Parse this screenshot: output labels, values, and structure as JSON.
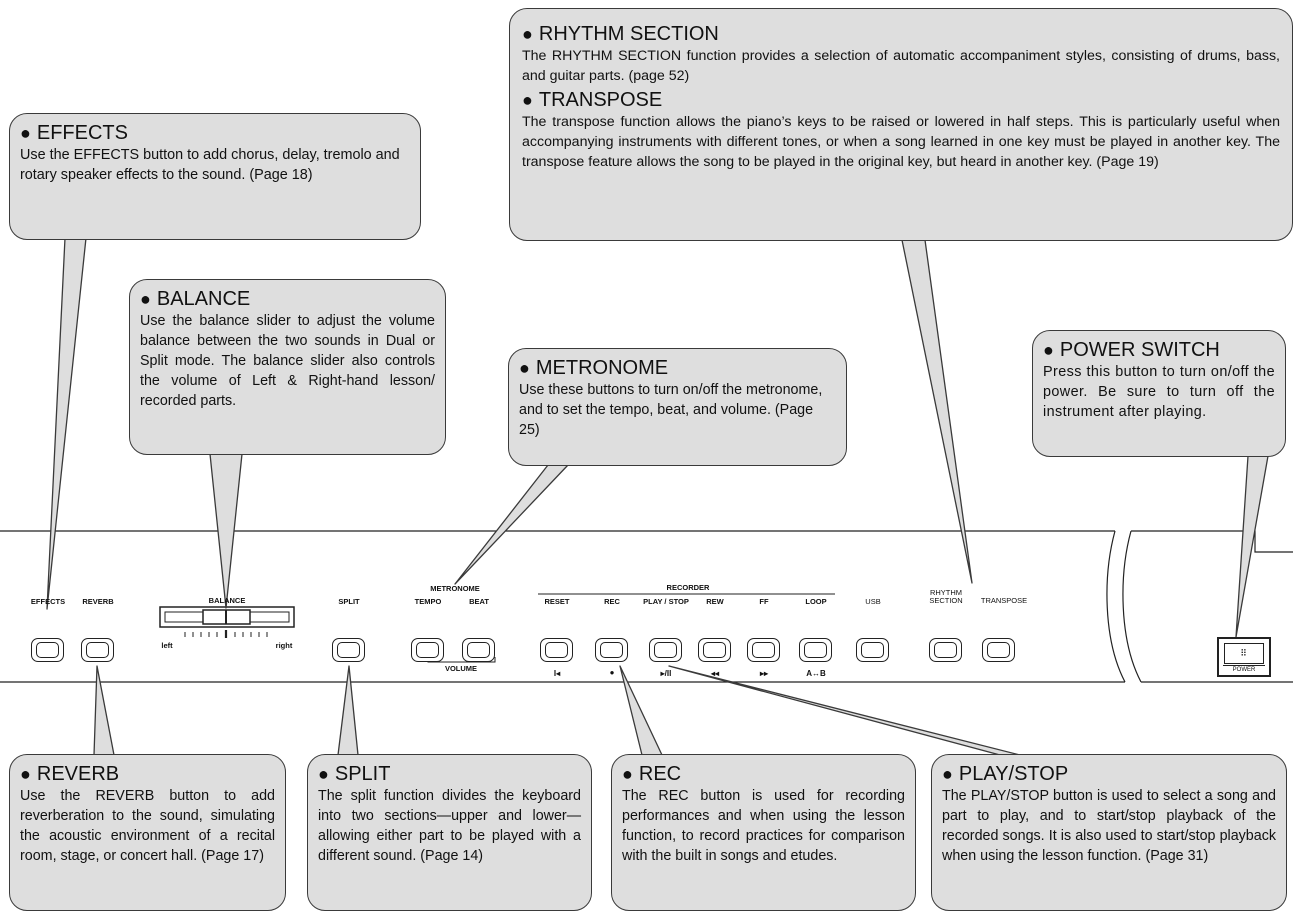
{
  "callouts": {
    "rhythm": {
      "title": "RHYTHM SECTION",
      "body": "The RHYTHM SECTION function provides a selection of automatic accompaniment styles, consisting of drums, bass, and guitar parts. (page 52)"
    },
    "transpose": {
      "title": "TRANSPOSE",
      "body": "The transpose function allows the piano’s keys to be raised or lowered in half steps. This is particularly useful when accompanying instruments with different tones, or when a song learned in one key must be played in another key. The transpose feature allows the song to be played in the original key, but heard in another key. (Page 19)"
    },
    "effects": {
      "title": "EFFECTS",
      "body": "Use the EFFECTS button to add chorus, delay, tremolo and rotary speaker effects to the sound. (Page 18)"
    },
    "balance": {
      "title": "BALANCE",
      "body": "Use the balance slider to adjust the volume balance between the two sounds in Dual or Split mode. The balance slider also controls the volume of Left & Right-hand lesson/ recorded parts."
    },
    "metronome": {
      "title": "METRONOME",
      "body": "Use these buttons to turn on/off the metronome, and to set the tempo, beat, and volume. (Page 25)"
    },
    "power": {
      "title": "POWER SWITCH",
      "body": "Press this button to turn on/off the power. Be sure to turn off the instrument after playing."
    },
    "reverb": {
      "title": "REVERB",
      "body": "Use the REVERB button to add reverberation to the sound, simulating the acoustic environment of a recital room, stage, or concert hall. (Page 17)"
    },
    "split": {
      "title": "SPLIT",
      "body": "The split function divides the keyboard into two sections—upper and lower—allowing either part to be played with a different sound. (Page 14)"
    },
    "rec": {
      "title": "REC",
      "body": "The REC button is used for recording performances and when using the lesson function, to record practices for comparison with the built in songs and etudes."
    },
    "playstop": {
      "title": "PLAY/STOP",
      "body": "The PLAY/STOP button is used to select a song and part to play, and to start/stop playback of the recorded songs. It is also used to start/stop playback when using the lesson function. (Page 31)"
    }
  },
  "panel": {
    "effects_label": "EFFECTS",
    "reverb_label": "REVERB",
    "balance_label": "BALANCE",
    "balance_left": "left",
    "balance_right": "right",
    "split_label": "SPLIT",
    "metronome_label": "METRONOME",
    "tempo_label": "TEMPO",
    "beat_label": "BEAT",
    "volume_label": "VOLUME",
    "recorder_label": "RECORDER",
    "reset_label": "RESET",
    "rec_label": "REC",
    "playstop_label": "PLAY / STOP",
    "rew_label": "REW",
    "ff_label": "FF",
    "loop_label": "LOOP",
    "usb_label": "USB",
    "rhythm_label_1": "RHYTHM",
    "rhythm_label_2": "SECTION",
    "transpose_label": "TRANSPOSE",
    "reset_symbol": "I◂",
    "rec_symbol": "●",
    "playstop_symbol": "▸/II",
    "rew_symbol": "◂◂",
    "ff_symbol": "▸▸",
    "loop_symbol": "A↔B",
    "power_label": "POWER",
    "power_dots": "⠿"
  }
}
